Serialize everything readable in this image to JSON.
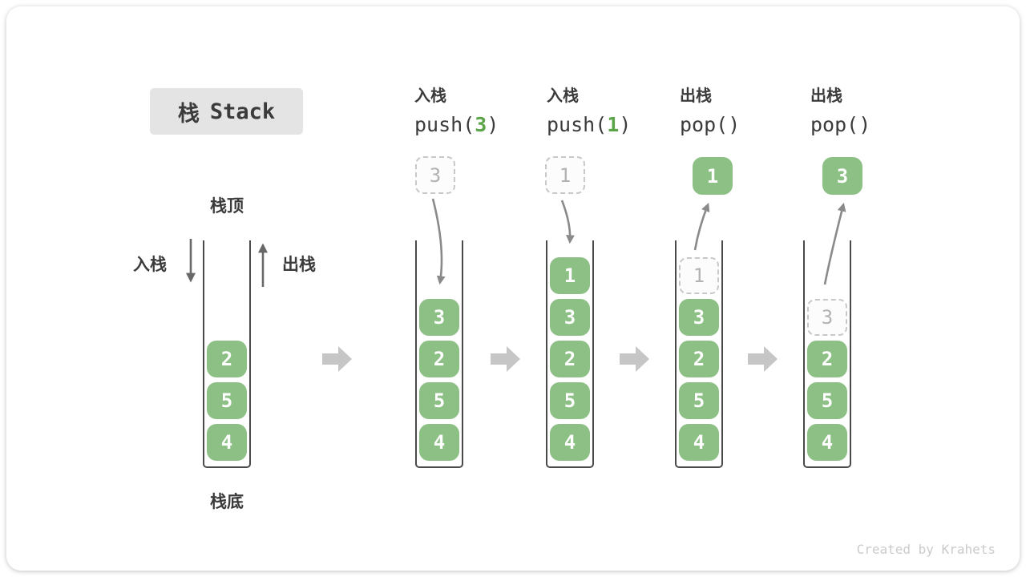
{
  "title": {
    "zh": "栈",
    "en": "Stack"
  },
  "labels": {
    "stack_top": "栈顶",
    "stack_bottom": "栈底",
    "push_side": "入栈",
    "pop_side": "出栈"
  },
  "watermark": "Created by Krahets",
  "colors": {
    "element_green": "#8CC084",
    "code_green": "#5BA447",
    "curve_arrow": "#8A8A8A",
    "side_arrow": "#686868",
    "block_arrow": "#C6C6C6",
    "title_bg": "#E4E4E4",
    "text_dark": "#3B3B3B",
    "ghost_border": "#C8C8C8",
    "ghost_text": "#B2B2B2",
    "container_wall": "#4A4A4A",
    "watermark_gray": "#CBCBCB"
  },
  "stages": [
    {
      "name": "initial",
      "elements": [
        "2",
        "5",
        "4"
      ]
    },
    {
      "name": "push-3",
      "op": {
        "zh": "入栈",
        "fn_open": "push(",
        "arg": "3",
        "fn_close": ")"
      },
      "pending": "3",
      "elements": [
        "3",
        "2",
        "5",
        "4"
      ]
    },
    {
      "name": "push-1",
      "op": {
        "zh": "入栈",
        "fn_open": "push(",
        "arg": "1",
        "fn_close": ")"
      },
      "pending": "1",
      "elements": [
        "1",
        "3",
        "2",
        "5",
        "4"
      ]
    },
    {
      "name": "pop-1",
      "op": {
        "zh": "出栈",
        "fn_open": "pop(",
        "arg": "",
        "fn_close": ")"
      },
      "popped": "1",
      "ghost": "1",
      "elements": [
        "3",
        "2",
        "5",
        "4"
      ]
    },
    {
      "name": "pop-3",
      "op": {
        "zh": "出栈",
        "fn_open": "pop(",
        "arg": "",
        "fn_close": ")"
      },
      "popped": "3",
      "ghost": "3",
      "elements": [
        "2",
        "5",
        "4"
      ]
    }
  ]
}
